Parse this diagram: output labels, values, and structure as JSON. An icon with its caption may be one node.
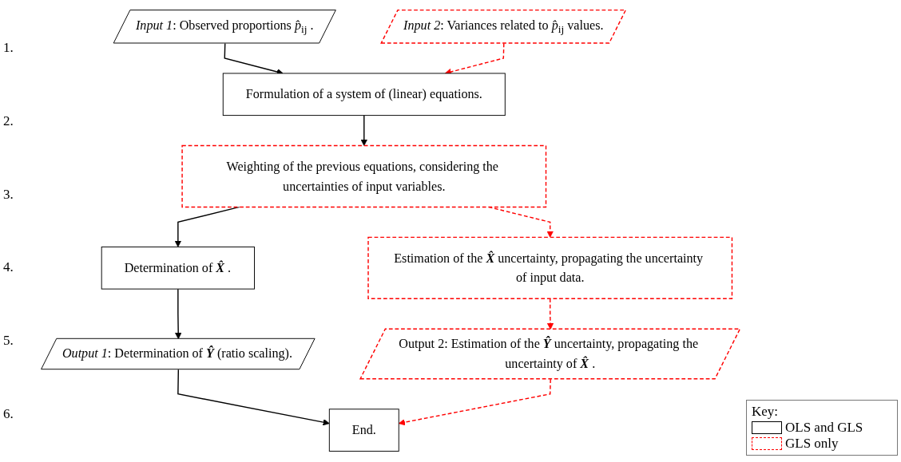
{
  "diagram": {
    "nodes": [
      {
        "text": [
          "*Input 1*: Observed proportions *p̂*$_{ij}$ ."
        ]
      },
      {
        "text": [
          "*Input 2*: Variances related to *p̂*$_{ij}$ values."
        ]
      },
      {
        "text": [
          "Formulation of a system of (linear) equations."
        ]
      },
      {
        "text": [
          "Weighting of the previous equations, considering the uncertainties of input variables."
        ]
      },
      {
        "text": [
          "Determination of **X̂** ."
        ]
      },
      {
        "text": [
          "Estimation of the **X̂** uncertainty, propagating the uncertainty of input data."
        ]
      },
      {
        "text": [
          "*Output 1*: Determination of **Ŷ** (ratio scaling)."
        ]
      },
      {
        "text": [
          "Output 2: Estimation of the **Ŷ** uncertainty, propagating the uncertainty of **X̂** ."
        ]
      },
      {
        "text": [
          "End."
        ]
      }
    ],
    "edges": [
      {
        "from": 0,
        "to": 2,
        "arrow": "to"
      },
      {
        "from": 1,
        "to": 2,
        "arrow": "to",
        "style": "dashed",
        "color": "#ff0000"
      },
      {
        "from": 2,
        "to": 3,
        "arrow": "to"
      },
      {
        "from": 3,
        "to": 4,
        "arrow": "to"
      },
      {
        "from": 3,
        "to": 5,
        "arrow": "to",
        "style": "dashed",
        "color": "#ff0000"
      },
      {
        "from": 4,
        "to": 6,
        "arrow": "to"
      },
      {
        "from": 5,
        "to": 7,
        "arrow": "to",
        "style": "dashed",
        "color": "#ff0000"
      },
      {
        "from": 6,
        "to": 8,
        "arrow": "to"
      },
      {
        "from": 7,
        "to": 8,
        "arrow": "to",
        "style": "dashed",
        "color": "#ff0000"
      }
    ],
    "labels": [
      "1.",
      "2.",
      "3.",
      "4.",
      "5.",
      "6.",
      "Key:"
    ],
    "legend": [
      {
        "text": "OLS and GLS"
      },
      {
        "text": "GLS only"
      }
    ]
  }
}
